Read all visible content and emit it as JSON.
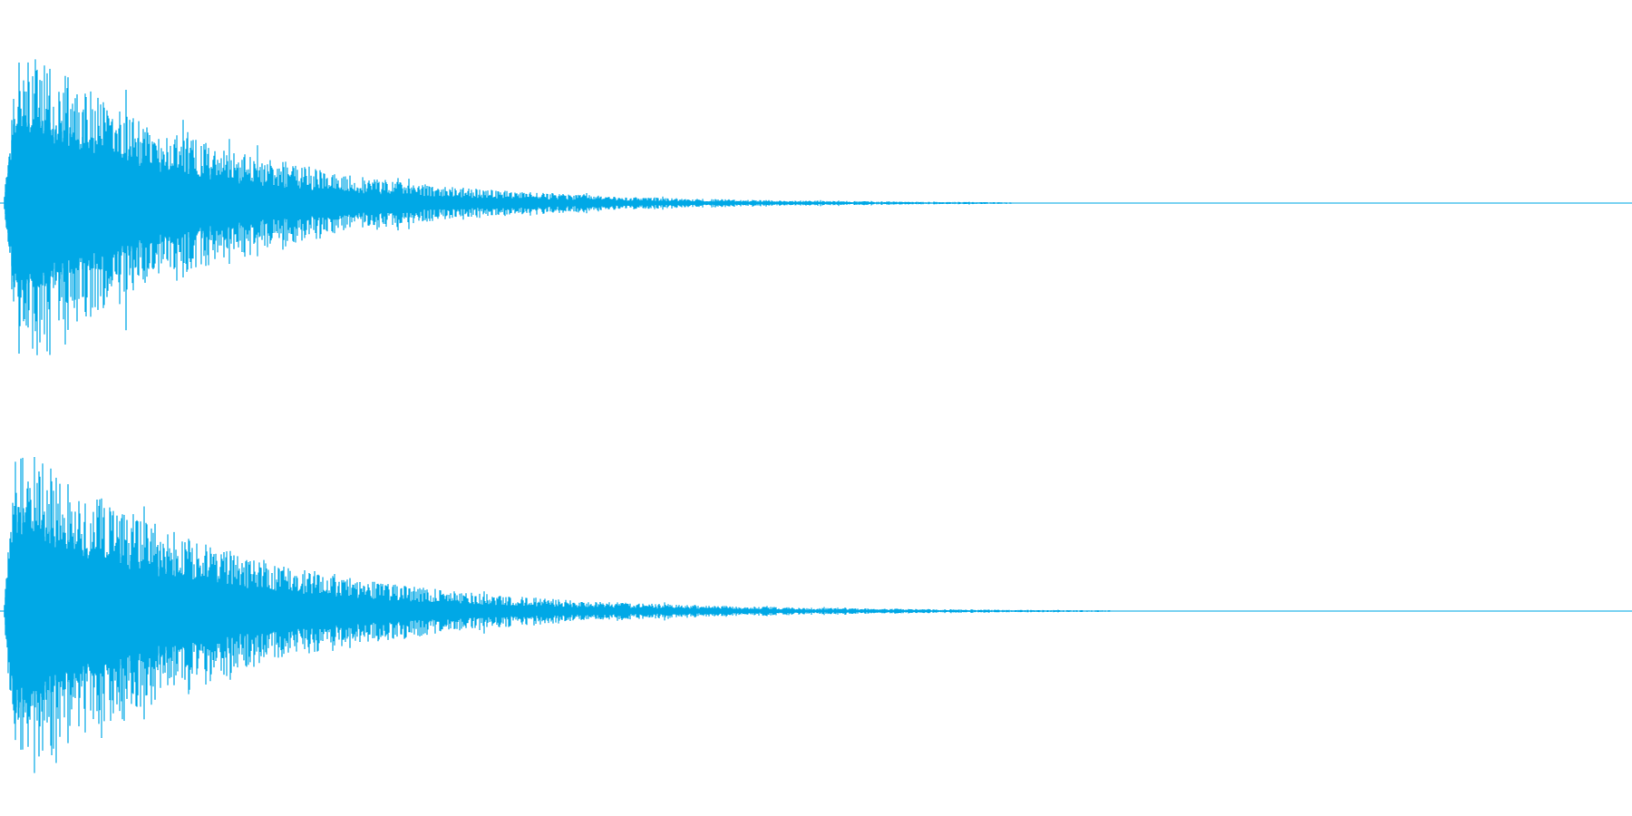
{
  "waveform": {
    "color": "#00a8e6",
    "channels": [
      {
        "name": "",
        "peak": 0.92,
        "attack_fraction": 0.008,
        "decay_fraction": 0.6,
        "tail_end_fraction": 0.62,
        "seed": 17
      },
      {
        "name": "",
        "peak": 0.95,
        "attack_fraction": 0.008,
        "decay_fraction": 0.65,
        "tail_end_fraction": 0.68,
        "seed": 91
      }
    ]
  }
}
